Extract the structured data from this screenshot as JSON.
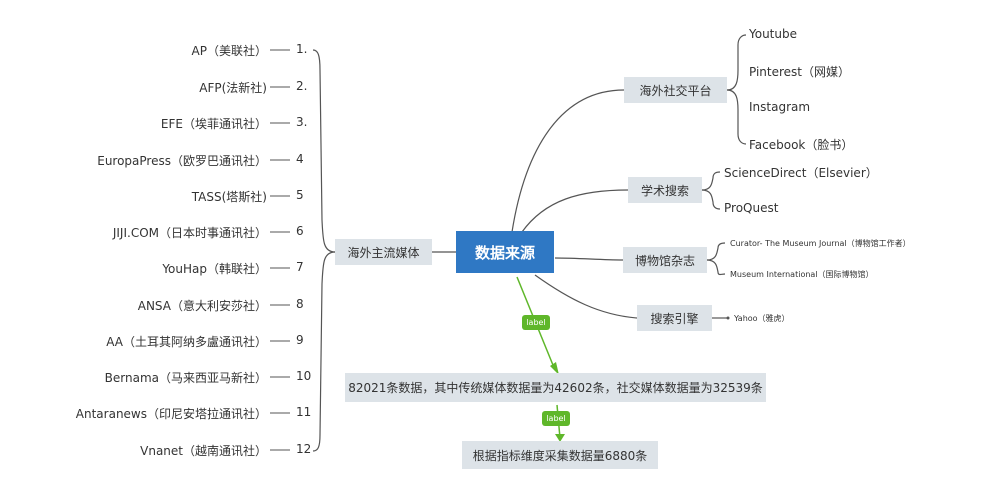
{
  "central": "数据来源",
  "mainstream_media": {
    "title": "海外主流媒体",
    "items": [
      {
        "name": "AP（美联社）",
        "num": "1."
      },
      {
        "name": "AFP(法新社)",
        "num": "2."
      },
      {
        "name": "EFE（埃菲通讯社）",
        "num": "3."
      },
      {
        "name": "EuropaPress（欧罗巴通讯社）",
        "num": "4"
      },
      {
        "name": "TASS(塔斯社)",
        "num": "5"
      },
      {
        "name": "JIJI.COM（日本时事通讯社）",
        "num": "6"
      },
      {
        "name": "YouHap（韩联社）",
        "num": "7"
      },
      {
        "name": "ANSA（意大利安莎社）",
        "num": "8"
      },
      {
        "name": "AA（土耳其阿纳多盧通讯社）",
        "num": "9"
      },
      {
        "name": "Bernama（马来西亚马新社）",
        "num": "10"
      },
      {
        "name": "Antaranews（印尼安塔拉通讯社）",
        "num": "11"
      },
      {
        "name": "Vnanet（越南通讯社）",
        "num": "12"
      }
    ]
  },
  "social": {
    "title": "海外社交平台",
    "items": [
      "Youtube",
      "Pinterest（网媒）",
      "Instagram",
      "Facebook（脸书）"
    ]
  },
  "academic": {
    "title": "学术搜索",
    "items": [
      "ScienceDirect（Elsevier）",
      "ProQuest"
    ]
  },
  "museum": {
    "title": "博物馆杂志",
    "items": [
      "Curator- The Museum Journal（博物馆工作者）",
      "Museum International（国际博物馆）"
    ]
  },
  "search": {
    "title": "搜索引擎",
    "items": [
      "Yahoo（雅虎）"
    ]
  },
  "summary": "82021条数据，其中传统媒体数据量为42602条，社交媒体数据量为32539条",
  "final": "根据指标维度采集数据量6880条",
  "label1": "label",
  "label2": "label",
  "colors": {
    "central": "#2f78c4",
    "box": "#dde3e8",
    "label": "#5fb72a",
    "line": "#555555"
  }
}
